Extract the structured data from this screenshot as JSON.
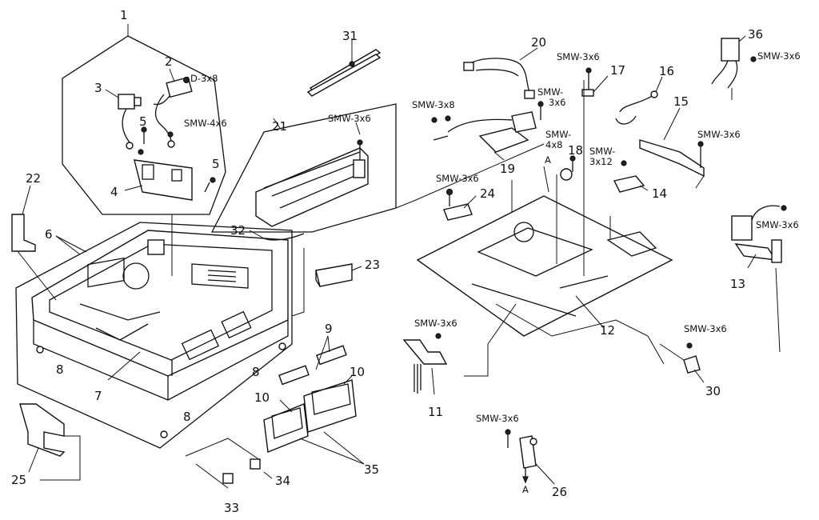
{
  "diagram": {
    "part_numbers": [
      "1",
      "2",
      "3",
      "4",
      "5",
      "5",
      "6",
      "7",
      "8",
      "8",
      "8",
      "9",
      "10",
      "10",
      "11",
      "12",
      "13",
      "14",
      "15",
      "16",
      "17",
      "18",
      "19",
      "20",
      "21",
      "22",
      "23",
      "24",
      "25",
      "26",
      "30",
      "31",
      "32",
      "33",
      "34",
      "35",
      "36"
    ],
    "screw_labels": {
      "d3x8": "D-3x8",
      "smw4x6": "SMW-4x6",
      "smw3x6_21": "SMW-3x6",
      "smw3x8": "SMW-3x8",
      "smw3x6_19a": "SMW-",
      "smw3x6_19b": "3x6",
      "smw4x8a": "SMW-",
      "smw4x8b": "4x8",
      "smw3x12a": "SMW-",
      "smw3x12b": "3x12",
      "smw3x6_17": "SMW-3x6",
      "smw3x6_36": "SMW-3x6",
      "smw3x6_15": "SMW-3x6",
      "smw3x6_13": "SMW-3x6",
      "smw3x6_24": "SMW-3x6",
      "smw3x6_11": "SMW-3x6",
      "smw3x6_30": "SMW-3x6",
      "smw3x6_26": "SMW-3x6"
    },
    "reference_marks": [
      "A",
      "A"
    ]
  }
}
